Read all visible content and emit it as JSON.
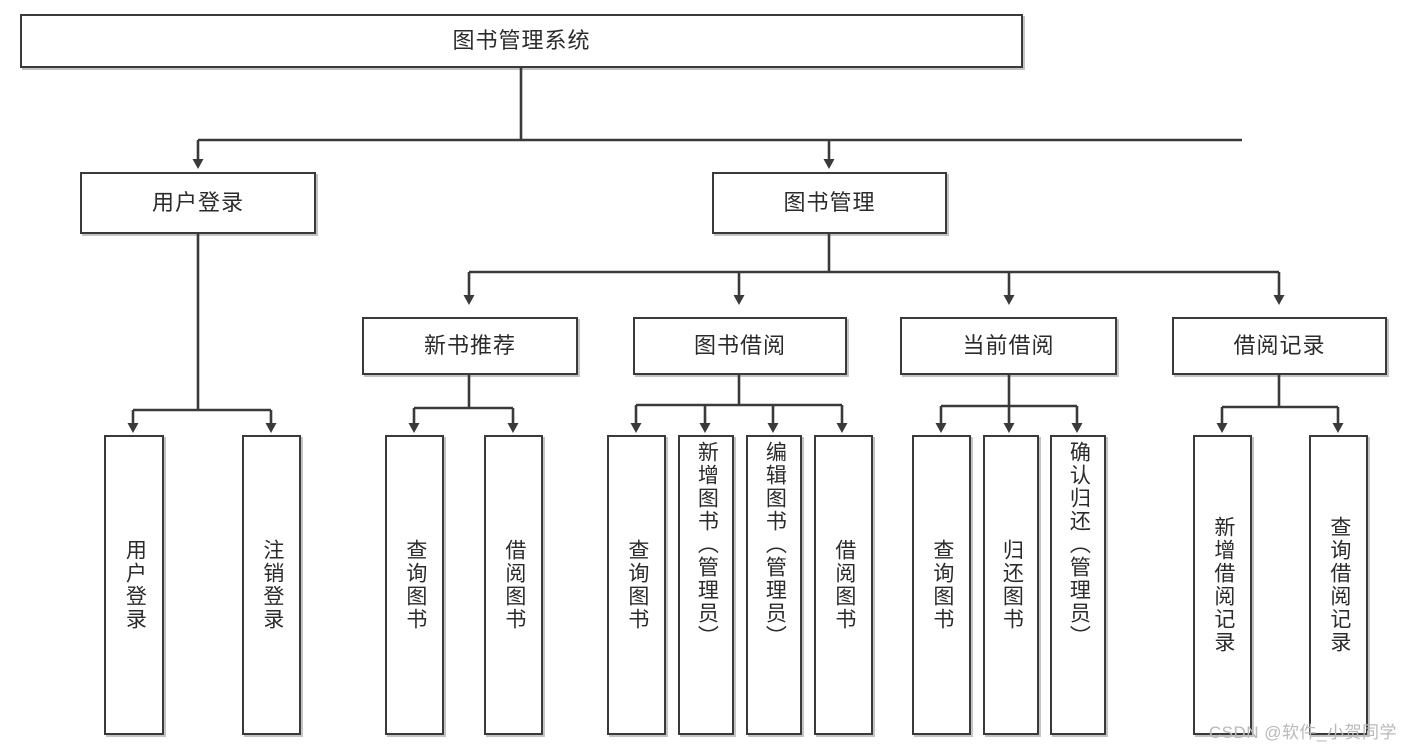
{
  "diagram": {
    "type": "tree-hierarchy-chart",
    "title": "图书管理系统",
    "root": {
      "label": "图书管理系统"
    },
    "level2": [
      {
        "label": "用户登录"
      },
      {
        "label": "图书管理"
      }
    ],
    "level3": [
      {
        "label": "新书推荐"
      },
      {
        "label": "图书借阅"
      },
      {
        "label": "当前借阅"
      },
      {
        "label": "借阅记录"
      }
    ],
    "leaves": {
      "user_login": [
        {
          "label": "用户登录"
        },
        {
          "label": "注销登录"
        }
      ],
      "new_book_recommend": [
        {
          "label": "查询图书"
        },
        {
          "label": "借阅图书"
        }
      ],
      "book_borrow": [
        {
          "label": "查询图书"
        },
        {
          "label": "新增图书（管理员）"
        },
        {
          "label": "编辑图书（管理员）"
        },
        {
          "label": "借阅图书"
        }
      ],
      "current_borrow": [
        {
          "label": "查询图书"
        },
        {
          "label": "归还图书"
        },
        {
          "label": "确认归还（管理员）"
        }
      ],
      "borrow_record": [
        {
          "label": "新增借阅记录"
        },
        {
          "label": "查询借阅记录"
        }
      ]
    }
  },
  "watermark": {
    "text": "CSDN @软件_小贺同学"
  },
  "colors": {
    "border": "#3a3a3a",
    "background": "#ffffff",
    "text": "#2b2b2b",
    "watermark": "#b9b9b9"
  }
}
